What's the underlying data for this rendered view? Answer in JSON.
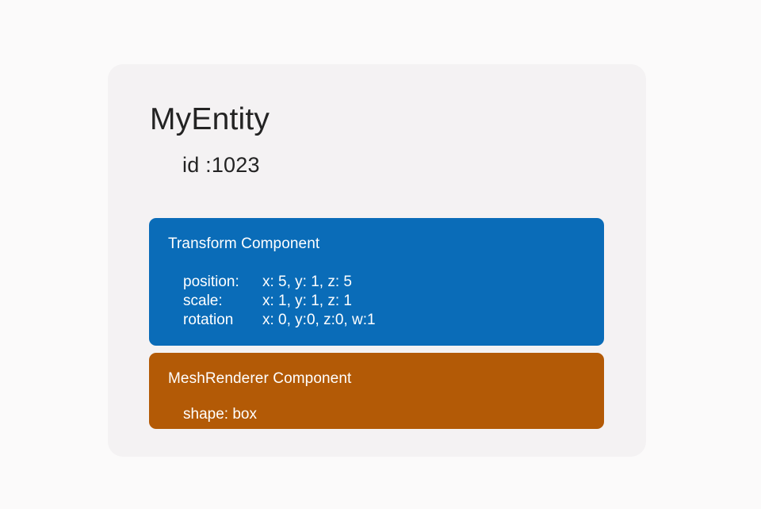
{
  "page": {
    "background_color": "#fbfafa"
  },
  "entity_card": {
    "background_color": "#f4f2f3",
    "title": "MyEntity",
    "id_label": "id :1023",
    "components": [
      {
        "name": "transform",
        "title": "Transform Component",
        "color": "#0a6cb8",
        "properties": [
          {
            "key": "position:",
            "value": "x: 5, y: 1, z: 5"
          },
          {
            "key": "scale:",
            "value": "x: 1, y: 1, z: 1"
          },
          {
            "key": "rotation",
            "value": "x: 0, y:0, z:0, w:1"
          }
        ]
      },
      {
        "name": "meshrenderer",
        "title": "MeshRenderer Component",
        "color": "#b35a06",
        "properties": [
          {
            "key": "shape: box",
            "value": ""
          }
        ]
      }
    ]
  }
}
